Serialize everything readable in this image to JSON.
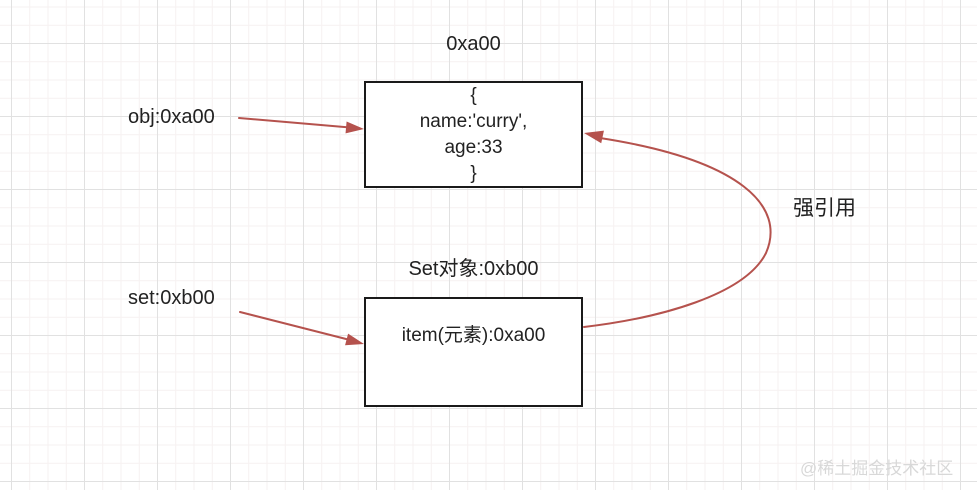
{
  "diagram": {
    "object_box": {
      "title": "0xa00",
      "lines": [
        "{",
        "name:'curry',",
        "age:33",
        "}"
      ]
    },
    "set_box": {
      "title": "Set对象:0xb00",
      "content": "item(元素):0xa00"
    },
    "labels": {
      "obj_ref": "obj:0xa00",
      "set_ref": "set:0xb00",
      "strong_ref": "强引用"
    },
    "watermark": "@稀土掘金技术社区",
    "colors": {
      "arrow": "#b5524d",
      "box_border": "#1a1a1a",
      "grid_major": "#e1e1e1",
      "grid_minor": "#f6f1f1",
      "watermark_text": "#d8d8d8"
    }
  }
}
